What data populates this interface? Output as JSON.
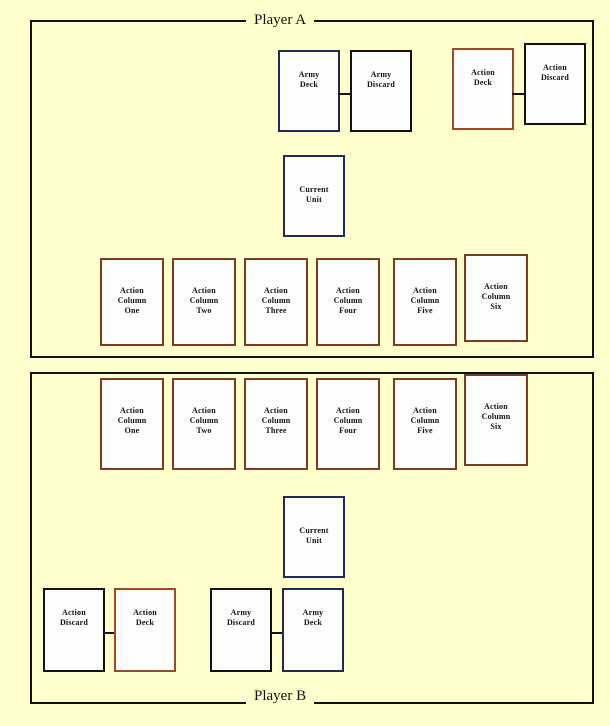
{
  "board": {
    "background_color": "#ffffcc",
    "card_face_color": "#fdfdfb"
  },
  "colors": {
    "navy_border": "#1f2a55",
    "black_border": "#111111",
    "rust_border": "#9a4a28",
    "brown_border": "#7a3b22",
    "background": "#ffffcc"
  },
  "players": {
    "a": {
      "legend": "Player A",
      "piles": {
        "army_deck": "Army\nDeck",
        "army_discard": "Army\nDiscard",
        "action_deck": "Action\nDeck",
        "action_discard": "Action\nDiscard",
        "current_unit": "Current\nUnit"
      },
      "action_columns": [
        "Action\nColumn\nOne",
        "Action\nColumn\nTwo",
        "Action\nColumn\nThree",
        "Action\nColumn\nFour",
        "Action\nColumn\nFive",
        "Action\nColumn\nSix"
      ]
    },
    "b": {
      "legend": "Player B",
      "piles": {
        "action_discard": "Action\nDiscard",
        "action_deck": "Action\nDeck",
        "army_discard": "Army\nDiscard",
        "army_deck": "Army\nDeck",
        "current_unit": "Current\nUnit"
      },
      "action_columns": [
        "Action\nColumn\nOne",
        "Action\nColumn\nTwo",
        "Action\nColumn\nThree",
        "Action\nColumn\nFour",
        "Action\nColumn\nFive",
        "Action\nColumn\nSix"
      ]
    }
  }
}
